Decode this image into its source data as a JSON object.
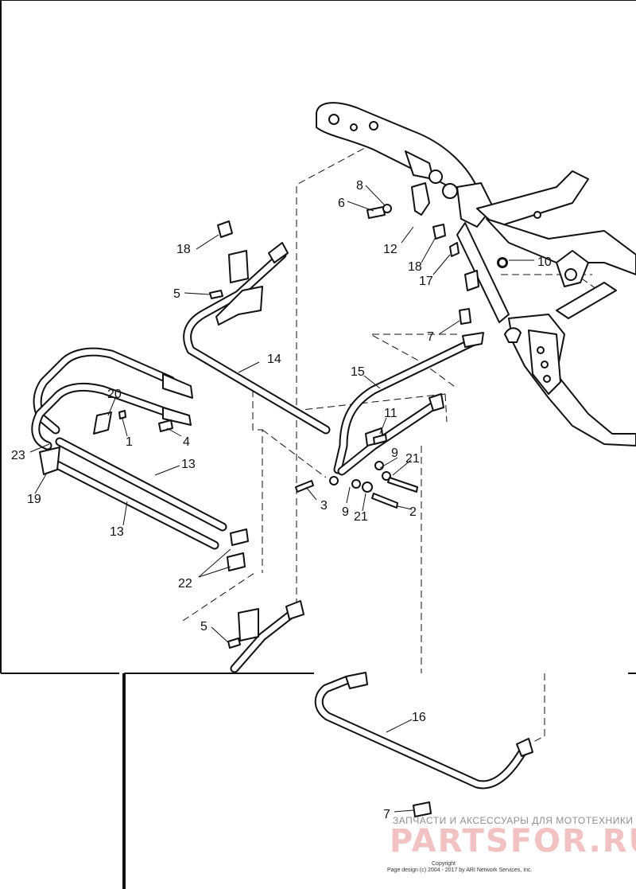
{
  "callouts": {
    "c1": "1",
    "c2": "2",
    "c3": "3",
    "c4": "4",
    "c5a": "5",
    "c5b": "5",
    "c6": "6",
    "c7a": "7",
    "c7b": "7",
    "c8": "8",
    "c9a": "9",
    "c9b": "9",
    "c10": "10",
    "c11": "11",
    "c12": "12",
    "c13a": "13",
    "c13b": "13",
    "c14": "14",
    "c15": "15",
    "c16": "16",
    "c17": "17",
    "c18a": "18",
    "c18b": "18",
    "c19": "19",
    "c20": "20",
    "c21a": "21",
    "c21b": "21",
    "c22": "22",
    "c23": "23"
  },
  "watermark": {
    "tagline": "ЗАПЧАСТИ И АКСЕССУАРЫ ДЛЯ МОТОТЕХНИКИ",
    "brand": "PARTSFOR.RU"
  },
  "copyright": {
    "title": "Copyright",
    "line": "Page design (c) 2004 - 2017 by ARI Network Services, Inc."
  }
}
